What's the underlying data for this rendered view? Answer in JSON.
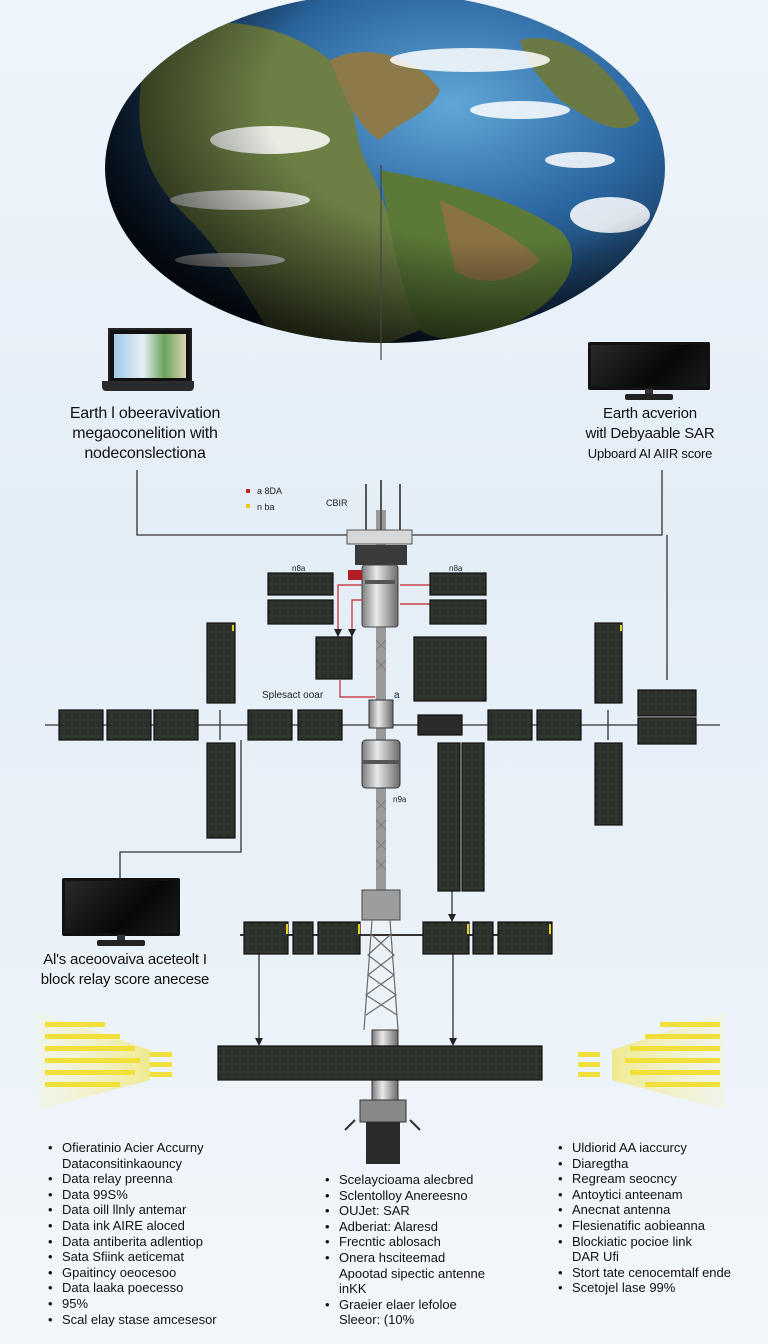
{
  "labels": {
    "left_top": [
      "Earth l obeeravivation",
      "megaoconelition with",
      "nodeconslectiona"
    ],
    "right_top": [
      "Earth acverion",
      "witl Debyaable SAR",
      "Upboard AI AIIR score"
    ],
    "left_bottom": [
      "Al's aceoovaiva aceteolt I",
      "block relay score anecese"
    ],
    "legend_1": "a 8DA",
    "legend_2": "n ba",
    "cbir": "CBIR",
    "tag_left": "n8a",
    "tag_right": "n8a",
    "splice": "Splesact ooar",
    "small_1": "a",
    "small_2": "n9a"
  },
  "lists": {
    "left": [
      {
        "t": "Ofieratinio Acier Accurny",
        "b": true
      },
      {
        "t": "Dataconsitinkaouncy",
        "b": false
      },
      {
        "t": "Data  relay preenna",
        "b": true
      },
      {
        "t": "Data 99S%",
        "b": true
      },
      {
        "t": "Data oill llnly antemar",
        "b": true
      },
      {
        "t": "Data ink AIRE aloced",
        "b": true
      },
      {
        "t": "Data antiberita adlentiop",
        "b": true
      },
      {
        "t": "Sata Sfiink aeticemat",
        "b": true
      },
      {
        "t": "Gpaitincy oeocesoo",
        "b": true
      },
      {
        "t": "Data laaka poecesso",
        "b": true
      },
      {
        "t": "95%",
        "b": true
      },
      {
        "t": "Scal elay stase amcesesor",
        "b": true
      }
    ],
    "center": [
      {
        "t": "Scelaycioama alecbred",
        "b": true
      },
      {
        "t": "Sclentolloy Anereesno",
        "b": true
      },
      {
        "t": "OUJet: SAR",
        "b": true
      },
      {
        "t": "Adberiat: Alaresd",
        "b": true
      },
      {
        "t": "Frecntic ablosach",
        "b": true
      },
      {
        "t": "Onera hsciteemad",
        "b": true
      },
      {
        "t": "Apootad sipectic antenne",
        "b": false
      },
      {
        "t": "inKK",
        "b": false
      },
      {
        "t": "Graeier elaer lefoloe",
        "b": true
      },
      {
        "t": "Sleeor: (10%",
        "b": false
      }
    ],
    "right": [
      {
        "t": "Uldiorid AA iaccurcy",
        "b": true
      },
      {
        "t": "Diaregtha",
        "b": true
      },
      {
        "t": "Regream seocncy",
        "b": true
      },
      {
        "t": "Antoytici anteenam",
        "b": true
      },
      {
        "t": "Anecnat antenna",
        "b": true
      },
      {
        "t": "Flesienatific aobieanna",
        "b": true
      },
      {
        "t": "Blockiatic pocioe link",
        "b": true
      },
      {
        "t": "DAR Ufi",
        "b": false
      },
      {
        "t": "Stort tate cenocemtalf ende",
        "b": true
      },
      {
        "t": "Scetojel lase 99%",
        "b": true
      }
    ]
  },
  "colors": {
    "ocean": "#2f6fa8",
    "land": "#5f7b3a",
    "panel": "#1c1f1c",
    "accent_red": "#c8222a",
    "accent_yellow": "#f1e03a"
  },
  "icons": [
    "earth-globe",
    "laptop-icon",
    "monitor-icon",
    "satellite-structure",
    "solar-panel",
    "signal-beam"
  ]
}
